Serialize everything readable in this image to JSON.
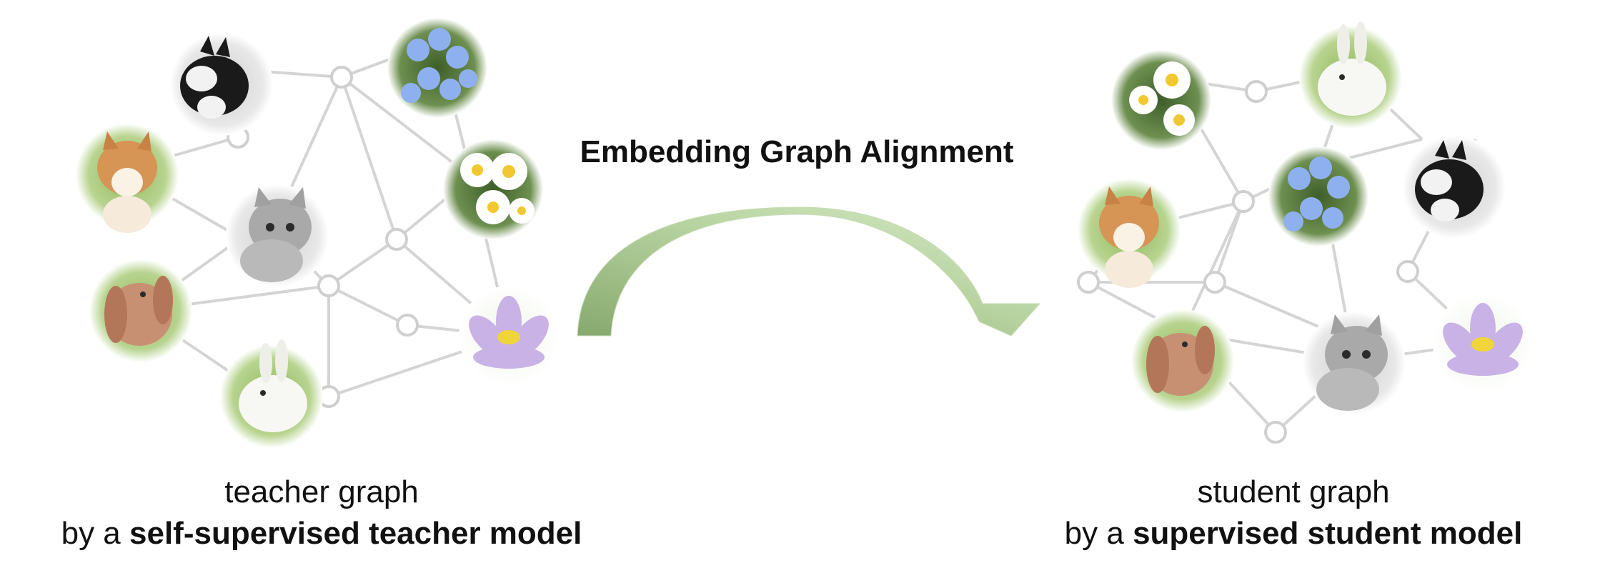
{
  "title": "Embedding Graph Alignment",
  "teacher": {
    "line1": "teacher graph",
    "line2_prefix": "by a",
    "line2_bold": "self-supervised teacher model",
    "images": [
      "husky",
      "flower-blue",
      "corgi",
      "daisy",
      "kitten",
      "bunny-brown",
      "lotus",
      "bunny-white"
    ]
  },
  "student": {
    "line1": "student graph",
    "line2_prefix": "by a",
    "line2_bold": "supervised student model",
    "images": [
      "daisy",
      "bunny-white",
      "corgi",
      "flower-blue",
      "husky",
      "bunny-brown",
      "kitten",
      "lotus"
    ]
  },
  "colors": {
    "edge": "#d4d4d4",
    "node_fill": "#ffffff",
    "node_stroke": "#cfcfcf",
    "arrow_dark": "#8fb07a",
    "arrow_light": "#cfe3bf"
  }
}
